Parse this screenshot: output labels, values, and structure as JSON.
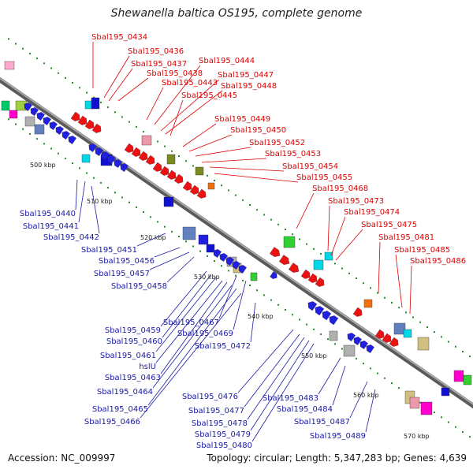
{
  "title": "Shewanella baltica OS195, complete genome",
  "accession": "Accession: NC_009997",
  "summary": "Topology: circular; Length: 5,347,283 bp; Genes: 4,639",
  "colors": {
    "forward_label": "#dd0000",
    "reverse_label": "#1a1aa6",
    "backbone": "#8a8a8a",
    "tick": "#2a8a2a"
  },
  "scale_labels": [
    "500 kbp",
    "510 kbp",
    "520 kbp",
    "530 kbp",
    "540 kbp",
    "550 kbp",
    "560 kbp",
    "570 kbp"
  ],
  "forward_genes": [
    "Sbal195_0434",
    "Sbal195_0436",
    "Sbal195_0437",
    "Sbal195_0438",
    "Sbal195_0443",
    "Sbal195_0444",
    "Sbal195_0447",
    "Sbal195_0448",
    "Sbal195_0445",
    "Sbal195_0449",
    "Sbal195_0450",
    "Sbal195_0452",
    "Sbal195_0453",
    "Sbal195_0454",
    "Sbal195_0455",
    "Sbal195_0468",
    "Sbal195_0473",
    "Sbal195_0474",
    "Sbal195_0475",
    "Sbal195_0481",
    "Sbal195_0485",
    "Sbal195_0486"
  ],
  "reverse_genes": [
    "Sbal195_0440",
    "Sbal195_0441",
    "Sbal195_0442",
    "Sbal195_0451",
    "Sbal195_0456",
    "Sbal195_0457",
    "Sbal195_0458",
    "Sbal195_0459",
    "Sbal195_0467",
    "Sbal195_0460",
    "Sbal195_0469",
    "Sbal195_0461",
    "Sbal195_0472",
    "hslU",
    "Sbal195_0463",
    "Sbal195_0464",
    "Sbal195_0476",
    "Sbal195_0465",
    "Sbal195_0483",
    "Sbal195_0477",
    "Sbal195_0484",
    "Sbal195_0466",
    "Sbal195_0478",
    "Sbal195_0487",
    "Sbal195_0479",
    "Sbal195_0489",
    "Sbal195_0480"
  ]
}
